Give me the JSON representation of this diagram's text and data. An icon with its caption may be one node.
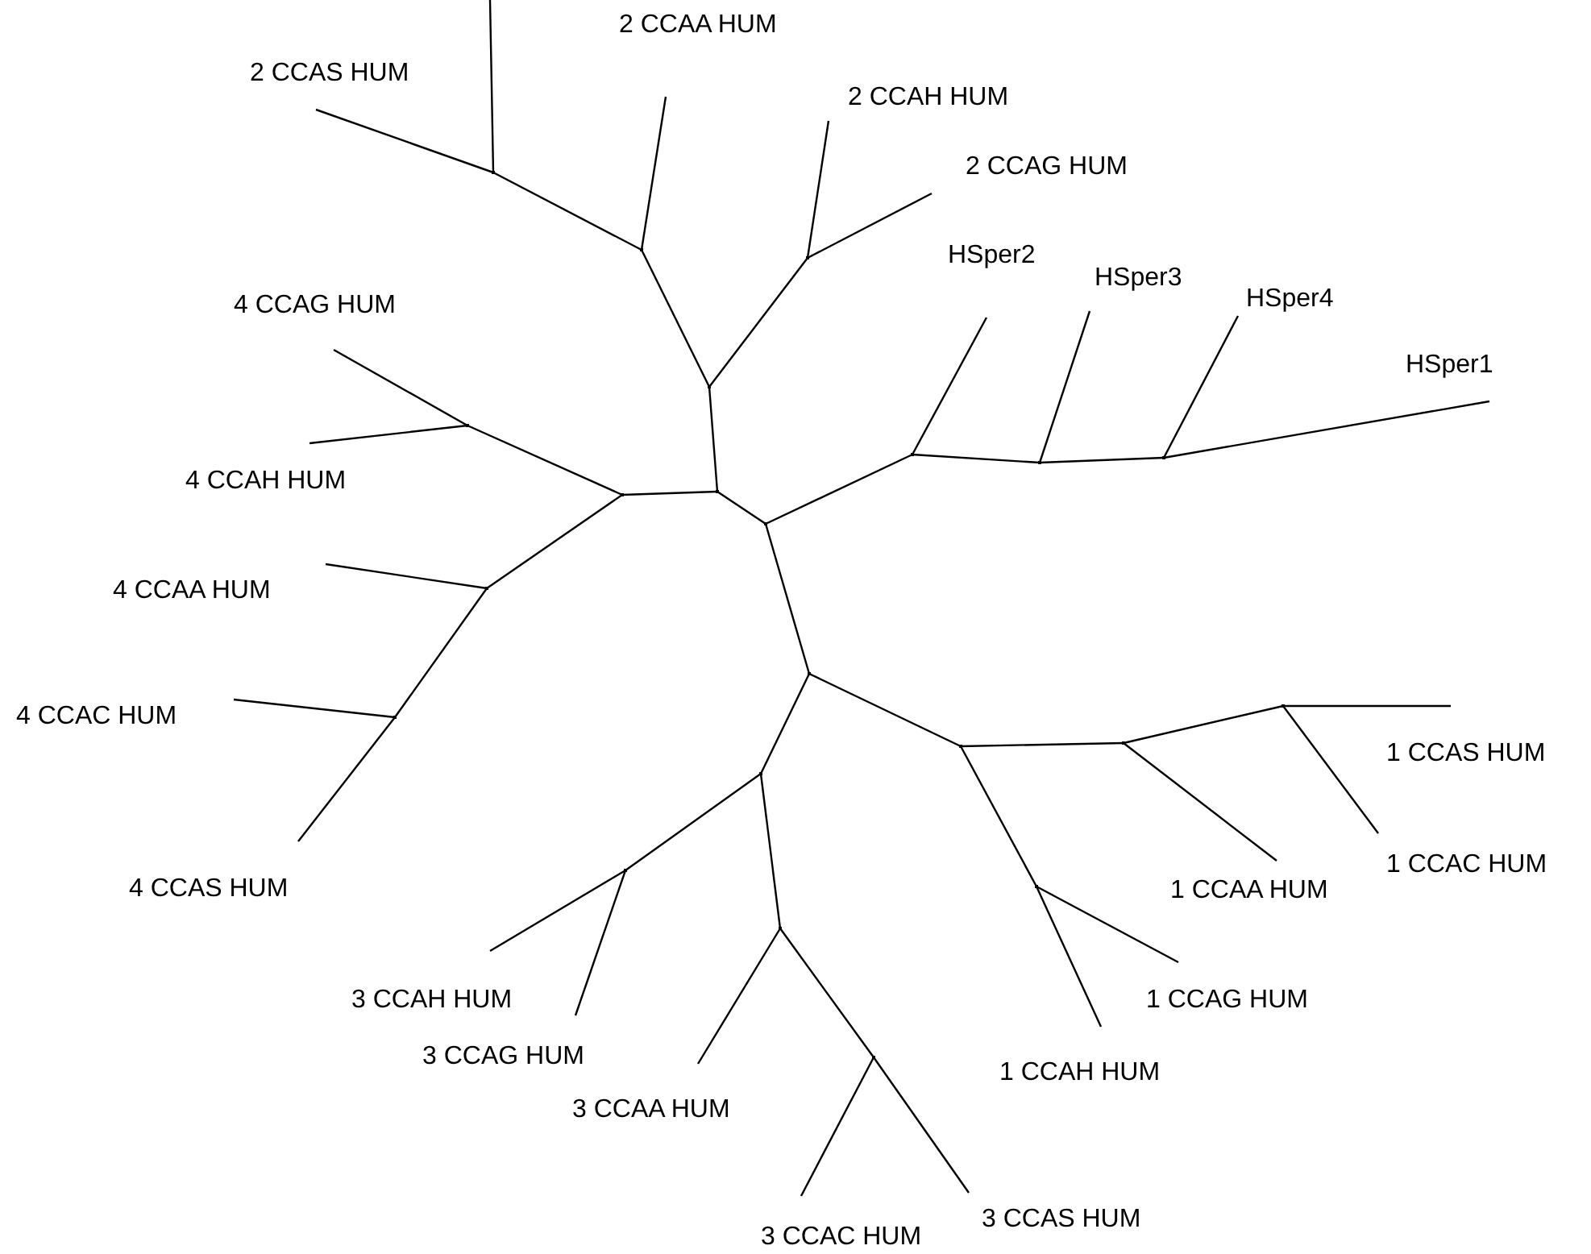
{
  "diagram": {
    "nodes": [
      {
        "text": [
          "2 CCAS HUM"
        ]
      },
      {
        "text": [
          "2 CCAA HUM"
        ]
      },
      {
        "text": [
          "2 CCAH HUM"
        ]
      },
      {
        "text": [
          "2 CCAG HUM"
        ]
      },
      {
        "text": [
          "HSper2"
        ]
      },
      {
        "text": [
          "HSper3"
        ]
      },
      {
        "text": [
          "HSper4"
        ]
      },
      {
        "text": [
          "4 CCAG HUM"
        ]
      },
      {
        "text": [
          "HSper1"
        ]
      },
      {
        "text": [
          "4 CCAH HUM"
        ]
      },
      {
        "text": [
          "4 CCAA HUM"
        ]
      },
      {
        "text": [
          "4 CCAC HUM"
        ]
      },
      {
        "text": [
          "1 CCAS HUM"
        ]
      },
      {
        "text": [
          "1 CCAC HUM"
        ]
      },
      {
        "text": [
          "4 CCAS HUM"
        ]
      },
      {
        "text": [
          "1 CCAA HUM"
        ]
      },
      {
        "text": [
          "3 CCAH HUM"
        ]
      },
      {
        "text": [
          "1 CCAG HUM"
        ]
      },
      {
        "text": [
          "3 CCAG HUM"
        ]
      },
      {
        "text": [
          "1 CCAH HUM"
        ]
      },
      {
        "text": [
          "3 CCAA HUM"
        ]
      },
      {
        "text": [
          "3 CCAS HUM"
        ]
      },
      {
        "text": [
          "3 CCAC HUM"
        ]
      },
      {
        "text": [],
        "shape": "point"
      },
      {
        "text": [],
        "shape": "point"
      },
      {
        "text": [],
        "shape": "point"
      },
      {
        "text": [],
        "shape": "point"
      },
      {
        "text": [],
        "shape": "point"
      },
      {
        "text": [],
        "shape": "point"
      },
      {
        "text": [],
        "shape": "point"
      },
      {
        "text": [],
        "shape": "point"
      },
      {
        "text": [],
        "shape": "point"
      },
      {
        "text": [],
        "shape": "point"
      },
      {
        "text": [],
        "shape": "point"
      },
      {
        "text": [],
        "shape": "point"
      },
      {
        "text": [],
        "shape": "point"
      },
      {
        "text": [],
        "shape": "point"
      },
      {
        "text": [],
        "shape": "point"
      },
      {
        "text": [],
        "shape": "point"
      },
      {
        "text": [],
        "shape": "point"
      },
      {
        "text": [],
        "shape": "point"
      },
      {
        "text": [],
        "shape": "point"
      },
      {
        "text": [],
        "shape": "point"
      },
      {
        "text": [],
        "shape": "point"
      },
      {
        "text": [],
        "shape": "point"
      }
    ],
    "edges": [
      {
        "from": 25,
        "to": null,
        "arrow": "none"
      },
      {
        "from": 25,
        "to": 0,
        "arrow": "none"
      },
      {
        "from": 24,
        "to": 25,
        "arrow": "none"
      },
      {
        "from": 24,
        "to": 1,
        "arrow": "none"
      },
      {
        "from": 23,
        "to": 24,
        "arrow": "none"
      },
      {
        "from": 26,
        "to": 2,
        "arrow": "none"
      },
      {
        "from": 26,
        "to": 3,
        "arrow": "none"
      },
      {
        "from": 23,
        "to": 26,
        "arrow": "none"
      },
      {
        "from": 23,
        "to": 27,
        "arrow": "none"
      },
      {
        "from": 27,
        "to": 28,
        "arrow": "none"
      },
      {
        "from": 28,
        "to": 30,
        "arrow": "none"
      },
      {
        "from": 30,
        "to": 7,
        "arrow": "none"
      },
      {
        "from": 30,
        "to": 9,
        "arrow": "none"
      },
      {
        "from": 28,
        "to": 31,
        "arrow": "none"
      },
      {
        "from": 31,
        "to": 10,
        "arrow": "none"
      },
      {
        "from": 31,
        "to": 32,
        "arrow": "none"
      },
      {
        "from": 32,
        "to": 11,
        "arrow": "none"
      },
      {
        "from": 32,
        "to": 14,
        "arrow": "none"
      },
      {
        "from": 27,
        "to": 29,
        "arrow": "none"
      },
      {
        "from": 29,
        "to": 33,
        "arrow": "none"
      },
      {
        "from": 33,
        "to": 4,
        "arrow": "none"
      },
      {
        "from": 33,
        "to": 34,
        "arrow": "none"
      },
      {
        "from": 34,
        "to": 5,
        "arrow": "none"
      },
      {
        "from": 34,
        "to": 35,
        "arrow": "none"
      },
      {
        "from": 35,
        "to": 6,
        "arrow": "none"
      },
      {
        "from": 35,
        "to": 8,
        "arrow": "none"
      },
      {
        "from": 29,
        "to": 36,
        "arrow": "none"
      },
      {
        "from": 36,
        "to": 37,
        "arrow": "none"
      },
      {
        "from": 37,
        "to": 38,
        "arrow": "none"
      },
      {
        "from": 38,
        "to": 15,
        "arrow": "none"
      },
      {
        "from": 38,
        "to": 39,
        "arrow": "none"
      },
      {
        "from": 39,
        "to": 12,
        "arrow": "none"
      },
      {
        "from": 39,
        "to": 13,
        "arrow": "none"
      },
      {
        "from": 37,
        "to": 40,
        "arrow": "none"
      },
      {
        "from": 40,
        "to": 17,
        "arrow": "none"
      },
      {
        "from": 40,
        "to": 19,
        "arrow": "none"
      },
      {
        "from": 36,
        "to": 41,
        "arrow": "none"
      },
      {
        "from": 41,
        "to": 42,
        "arrow": "none"
      },
      {
        "from": 42,
        "to": 16,
        "arrow": "none"
      },
      {
        "from": 42,
        "to": 18,
        "arrow": "none"
      },
      {
        "from": 41,
        "to": 43,
        "arrow": "none"
      },
      {
        "from": 43,
        "to": 20,
        "arrow": "none"
      },
      {
        "from": 43,
        "to": 44,
        "arrow": "none"
      },
      {
        "from": 44,
        "to": 22,
        "arrow": "none"
      },
      {
        "from": 44,
        "to": 21,
        "arrow": "none"
      }
    ]
  }
}
